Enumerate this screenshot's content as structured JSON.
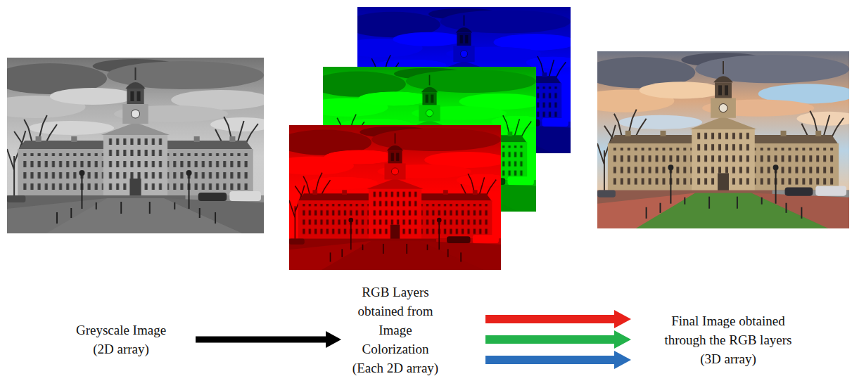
{
  "diagram": {
    "nodes": [
      {
        "text": [
          "Greyscale Image (2D array)"
        ]
      },
      {
        "text": [
          "RGB Layers obtained from Image Colorization (Each 2D array)"
        ]
      },
      {
        "text": [
          "Final Image obtained through the RGB layers (3D array)"
        ]
      }
    ],
    "edges": [
      {
        "from": 0,
        "to": 1,
        "arrow": "to"
      },
      {
        "from": 1,
        "to": 2,
        "arrow": "to"
      },
      {
        "from": 1,
        "to": 2,
        "arrow": "to"
      },
      {
        "from": 1,
        "to": 2,
        "arrow": "to"
      }
    ]
  }
}
